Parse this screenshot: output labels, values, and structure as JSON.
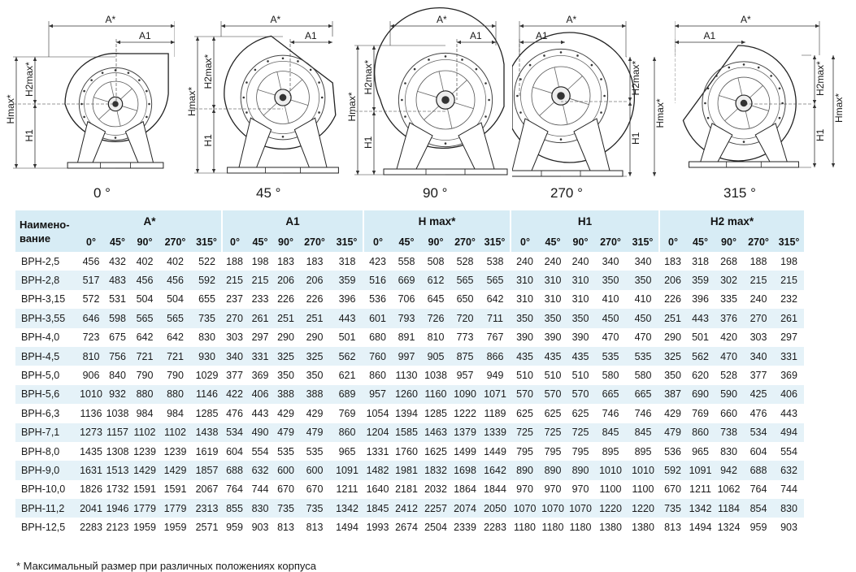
{
  "diagrams": [
    {
      "angle_label": "0 °",
      "dims": {
        "a": "A*",
        "a1": "A1",
        "hmax": "Hmax*",
        "h1": "H1",
        "h2max": "H2max*"
      }
    },
    {
      "angle_label": "45 °",
      "dims": {
        "a": "A*",
        "a1": "A1",
        "hmax": "Hmax*",
        "h1": "H1",
        "h2max": "H2max*"
      }
    },
    {
      "angle_label": "90 °",
      "dims": {
        "a": "A*",
        "a1": "A1",
        "hmax": "Hmax*",
        "h1": "H1",
        "h2max": "H2max*"
      }
    },
    {
      "angle_label": "270 °",
      "dims": {
        "a": "A*",
        "a1": "A1",
        "hmax": "Hmax*",
        "h1": "H1",
        "h2max": "H2max*"
      }
    },
    {
      "angle_label": "315 °",
      "dims": {
        "a": "A*",
        "a1": "A1",
        "hmax": "Hmax*",
        "h1": "H1",
        "h2max": "H2max*"
      }
    }
  ],
  "table": {
    "name_header": "Наимено-вание",
    "groups": [
      "A*",
      "A1",
      "H max*",
      "H1",
      "H2 max*"
    ],
    "angles": [
      "0°",
      "45°",
      "90°",
      "270°",
      "315°"
    ],
    "rows": [
      {
        "name": "ВРН-2,5",
        "values": [
          "456",
          "432",
          "402",
          "402",
          "522",
          "188",
          "198",
          "183",
          "183",
          "318",
          "423",
          "558",
          "508",
          "528",
          "538",
          "240",
          "240",
          "240",
          "340",
          "340",
          "183",
          "318",
          "268",
          "188",
          "198"
        ]
      },
      {
        "name": "ВРН-2,8",
        "values": [
          "517",
          "483",
          "456",
          "456",
          "592",
          "215",
          "215",
          "206",
          "206",
          "359",
          "516",
          "669",
          "612",
          "565",
          "565",
          "310",
          "310",
          "310",
          "350",
          "350",
          "206",
          "359",
          "302",
          "215",
          "215"
        ]
      },
      {
        "name": "ВРН-3,15",
        "values": [
          "572",
          "531",
          "504",
          "504",
          "655",
          "237",
          "233",
          "226",
          "226",
          "396",
          "536",
          "706",
          "645",
          "650",
          "642",
          "310",
          "310",
          "310",
          "410",
          "410",
          "226",
          "396",
          "335",
          "240",
          "232"
        ]
      },
      {
        "name": "ВРН-3,55",
        "values": [
          "646",
          "598",
          "565",
          "565",
          "735",
          "270",
          "261",
          "251",
          "251",
          "443",
          "601",
          "793",
          "726",
          "720",
          "711",
          "350",
          "350",
          "350",
          "450",
          "450",
          "251",
          "443",
          "376",
          "270",
          "261"
        ]
      },
      {
        "name": "ВРН-4,0",
        "values": [
          "723",
          "675",
          "642",
          "642",
          "830",
          "303",
          "297",
          "290",
          "290",
          "501",
          "680",
          "891",
          "810",
          "773",
          "767",
          "390",
          "390",
          "390",
          "470",
          "470",
          "290",
          "501",
          "420",
          "303",
          "297"
        ]
      },
      {
        "name": "ВРН-4,5",
        "values": [
          "810",
          "756",
          "721",
          "721",
          "930",
          "340",
          "331",
          "325",
          "325",
          "562",
          "760",
          "997",
          "905",
          "875",
          "866",
          "435",
          "435",
          "435",
          "535",
          "535",
          "325",
          "562",
          "470",
          "340",
          "331"
        ]
      },
      {
        "name": "ВРН-5,0",
        "values": [
          "906",
          "840",
          "790",
          "790",
          "1029",
          "377",
          "369",
          "350",
          "350",
          "621",
          "860",
          "1130",
          "1038",
          "957",
          "949",
          "510",
          "510",
          "510",
          "580",
          "580",
          "350",
          "620",
          "528",
          "377",
          "369"
        ]
      },
      {
        "name": "ВРН-5,6",
        "values": [
          "1010",
          "932",
          "880",
          "880",
          "1146",
          "422",
          "406",
          "388",
          "388",
          "689",
          "957",
          "1260",
          "1160",
          "1090",
          "1071",
          "570",
          "570",
          "570",
          "665",
          "665",
          "387",
          "690",
          "590",
          "425",
          "406"
        ]
      },
      {
        "name": "ВРН-6,3",
        "values": [
          "1136",
          "1038",
          "984",
          "984",
          "1285",
          "476",
          "443",
          "429",
          "429",
          "769",
          "1054",
          "1394",
          "1285",
          "1222",
          "1189",
          "625",
          "625",
          "625",
          "746",
          "746",
          "429",
          "769",
          "660",
          "476",
          "443"
        ]
      },
      {
        "name": "ВРН-7,1",
        "values": [
          "1273",
          "1157",
          "1102",
          "1102",
          "1438",
          "534",
          "490",
          "479",
          "479",
          "860",
          "1204",
          "1585",
          "1463",
          "1379",
          "1339",
          "725",
          "725",
          "725",
          "845",
          "845",
          "479",
          "860",
          "738",
          "534",
          "494"
        ]
      },
      {
        "name": "ВРН-8,0",
        "values": [
          "1435",
          "1308",
          "1239",
          "1239",
          "1619",
          "604",
          "554",
          "535",
          "535",
          "965",
          "1331",
          "1760",
          "1625",
          "1499",
          "1449",
          "795",
          "795",
          "795",
          "895",
          "895",
          "536",
          "965",
          "830",
          "604",
          "554"
        ]
      },
      {
        "name": "ВРН-9,0",
        "values": [
          "1631",
          "1513",
          "1429",
          "1429",
          "1857",
          "688",
          "632",
          "600",
          "600",
          "1091",
          "1482",
          "1981",
          "1832",
          "1698",
          "1642",
          "890",
          "890",
          "890",
          "1010",
          "1010",
          "592",
          "1091",
          "942",
          "688",
          "632"
        ]
      },
      {
        "name": "ВРН-10,0",
        "values": [
          "1826",
          "1732",
          "1591",
          "1591",
          "2067",
          "764",
          "744",
          "670",
          "670",
          "1211",
          "1640",
          "2181",
          "2032",
          "1864",
          "1844",
          "970",
          "970",
          "970",
          "1100",
          "1100",
          "670",
          "1211",
          "1062",
          "764",
          "744"
        ]
      },
      {
        "name": "ВРН-11,2",
        "values": [
          "2041",
          "1946",
          "1779",
          "1779",
          "2313",
          "855",
          "830",
          "735",
          "735",
          "1342",
          "1845",
          "2412",
          "2257",
          "2074",
          "2050",
          "1070",
          "1070",
          "1070",
          "1220",
          "1220",
          "735",
          "1342",
          "1184",
          "854",
          "830"
        ]
      },
      {
        "name": "ВРН-12,5",
        "values": [
          "2283",
          "2123",
          "1959",
          "1959",
          "2571",
          "959",
          "903",
          "813",
          "813",
          "1494",
          "1993",
          "2674",
          "2504",
          "2339",
          "2283",
          "1180",
          "1180",
          "1180",
          "1380",
          "1380",
          "813",
          "1494",
          "1324",
          "959",
          "903"
        ]
      }
    ]
  },
  "footnote": "* Максимальный размер при различных положениях корпуса"
}
